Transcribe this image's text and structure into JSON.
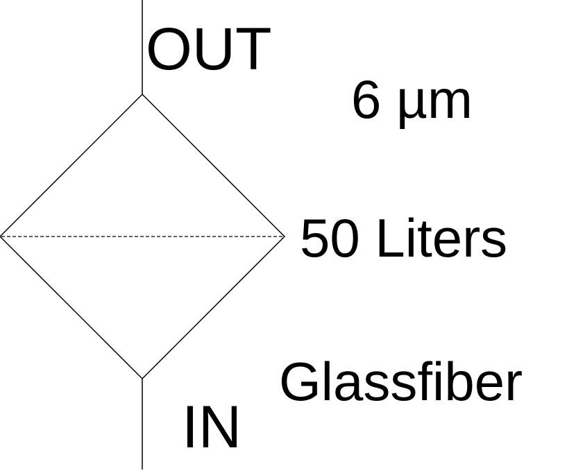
{
  "diagram": {
    "symbol": "filter",
    "port_out": "OUT",
    "port_in": "IN",
    "pore_size": "6 µm",
    "capacity": "50 Liters",
    "material": "Glassfiber"
  },
  "colors": {
    "line": "#000000",
    "background": "#ffffff"
  }
}
